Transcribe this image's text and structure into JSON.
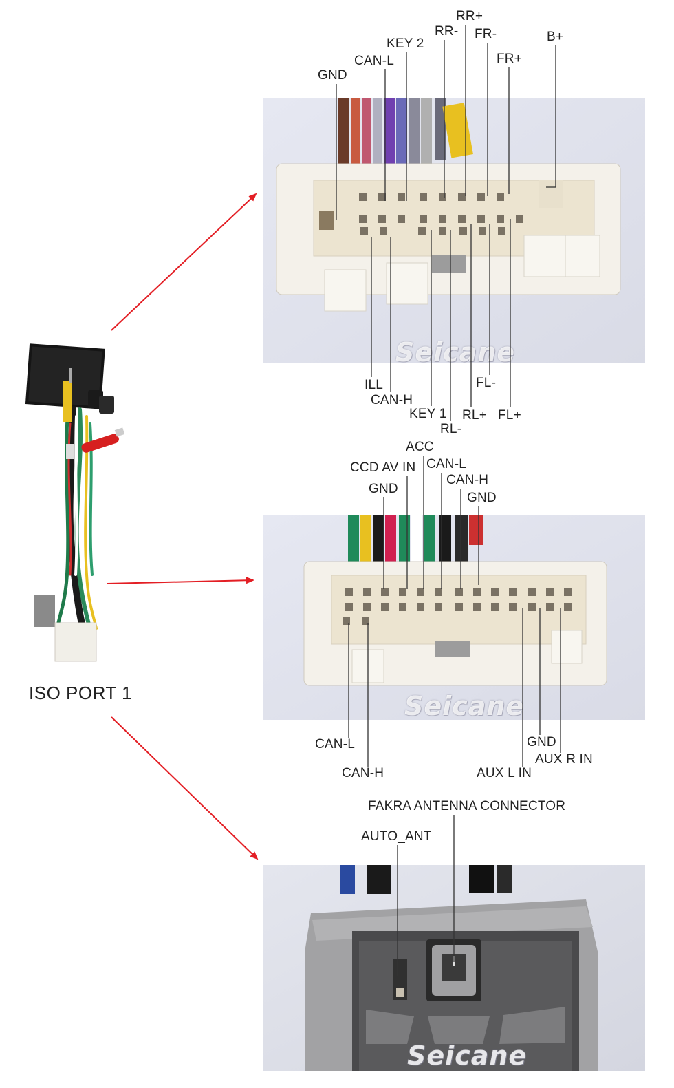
{
  "brand": "Seicane",
  "port_label": "ISO PORT 1",
  "colors": {
    "arrow": "#e31e24",
    "leader": "#333333",
    "connector_white": "#f4f1ea",
    "connector_gray": "#9a9a9a"
  },
  "connector1": {
    "top_pins": [
      "GND",
      "CAN-L",
      "KEY 2",
      "RR-",
      "RR+",
      "FR-",
      "FR+",
      "B+"
    ],
    "bottom_pins": [
      "ILL",
      "CAN-H",
      "KEY 1",
      "RL-",
      "RL+",
      "FL-",
      "FL+"
    ]
  },
  "connector2": {
    "top_pins": [
      "GND",
      "CCD AV IN",
      "ACC",
      "CAN-L",
      "CAN-H",
      "GND"
    ],
    "bottom_pins": [
      "CAN-L",
      "CAN-H",
      "AUX L IN",
      "GND",
      "AUX R IN"
    ]
  },
  "connector3": {
    "pins": [
      "AUTO_ANT",
      "FAKRA ANTENNA CONNECTOR"
    ]
  }
}
